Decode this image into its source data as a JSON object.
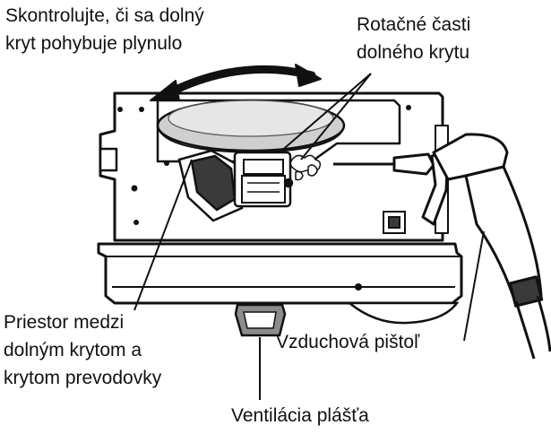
{
  "labels": {
    "check_guard": [
      "Skontrolujte, či sa dolný",
      "kryt pohybuje plynulo"
    ],
    "rotating_parts": [
      "Rotačné časti",
      "dolného krytu"
    ],
    "space_between": [
      "Priestor medzi",
      "dolným krytom a",
      "krytom prevodovky"
    ],
    "air_gun": "Vzduchová pištoľ",
    "housing_vents": "Ventilácia plášťa"
  },
  "colors": {
    "ink": "#111111",
    "body_fill": "#ffffff",
    "disc_fill": "#cfcfcf",
    "shade_fill": "#3a3a3a"
  }
}
